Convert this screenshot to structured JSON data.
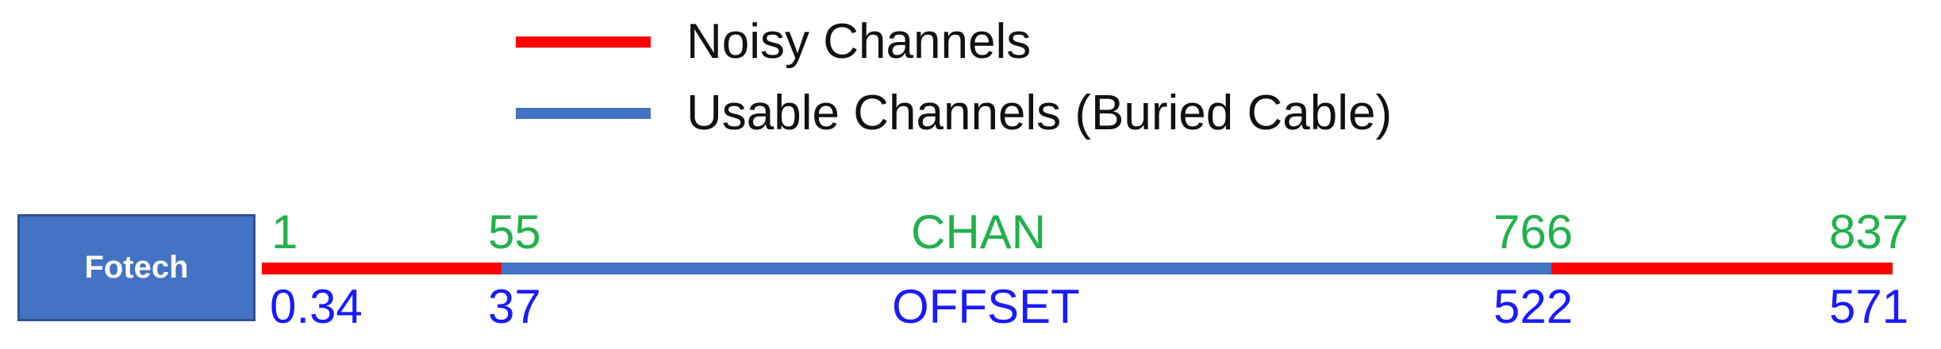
{
  "legend": [
    {
      "label": "Noisy Channels",
      "color": "#ff0000"
    },
    {
      "label": "Usable Channels (Buried Cable)",
      "color": "#4472c4"
    }
  ],
  "box": {
    "label": "Fotech",
    "color": "#4472c4"
  },
  "channels": {
    "header": "CHAN",
    "values": [
      "1",
      "55",
      "766",
      "837"
    ],
    "color": "#22b14c"
  },
  "offsets": {
    "header": "OFFSET",
    "values": [
      "0.34",
      "37",
      "522",
      "571"
    ],
    "color": "#1a1aff"
  }
}
